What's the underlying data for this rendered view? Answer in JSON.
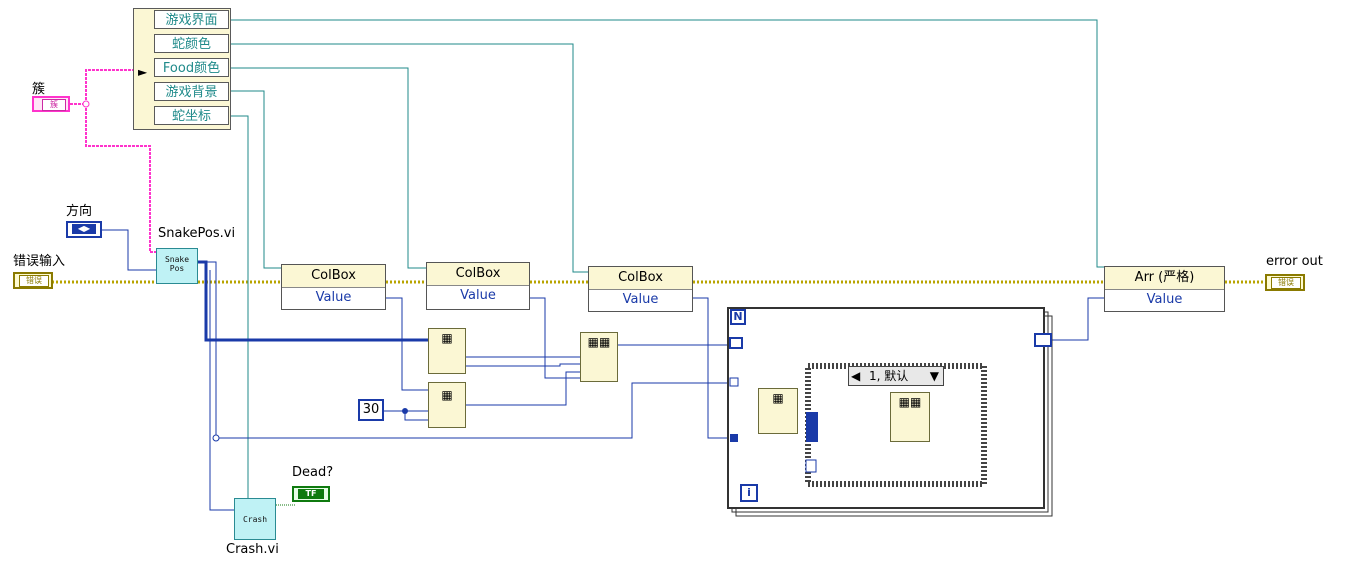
{
  "labels": {
    "cluster": "簇",
    "direction": "方向",
    "error_in": "错误输入",
    "snakepos_vi": "SnakePos.vi",
    "crash_vi": "Crash.vi",
    "dead": "Dead?",
    "error_out": "error out",
    "const_30": "30",
    "loop_n": "N",
    "loop_i": "i"
  },
  "unbundle": [
    "游戏界面",
    "蛇颜色",
    "Food颜色",
    "游戏背景",
    "蛇坐标"
  ],
  "property_nodes": [
    {
      "property": "ColBox",
      "value": "Value"
    },
    {
      "property": "ColBox",
      "value": "Value"
    },
    {
      "property": "ColBox",
      "value": "Value"
    },
    {
      "property": "Arr (严格)",
      "value": "Value"
    }
  ],
  "subvis": {
    "snakepos": "Snake Pos",
    "crash": "Crash"
  },
  "case_selector": "1, 默认",
  "terminals": {
    "cluster": "簇",
    "error": "错误",
    "bool": "TF"
  },
  "colors": {
    "error_wire": "#b8a400",
    "cluster_wire": "#ff33cc",
    "teal_wire": "#1f8a8a",
    "blue_wire": "#1a3aa8",
    "bool_wire": "#0f7a0f"
  }
}
